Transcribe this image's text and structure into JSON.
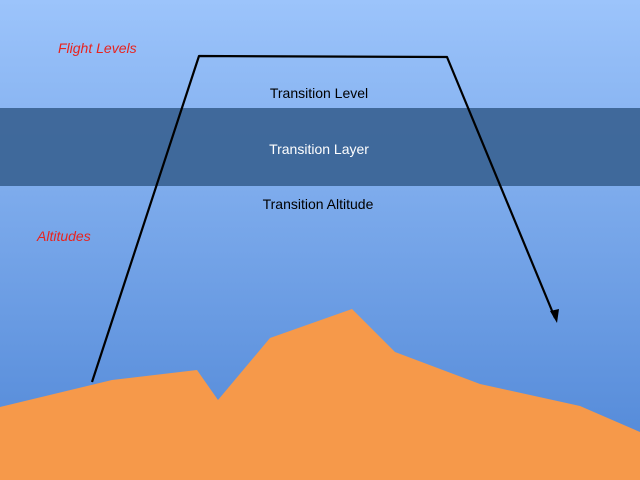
{
  "labels": {
    "flight_levels": "Flight Levels",
    "altitudes": "Altitudes",
    "transition_level": "Transition Level",
    "transition_layer": "Transition Layer",
    "transition_altitude": "Transition Altitude"
  },
  "colors": {
    "sky_top": "#9cc4fb",
    "sky_bottom": "#4f86d6",
    "transition_layer": "#3a6394",
    "terrain": "#f6994a",
    "side_label": "#e8231e",
    "flight_path": "#000000"
  }
}
